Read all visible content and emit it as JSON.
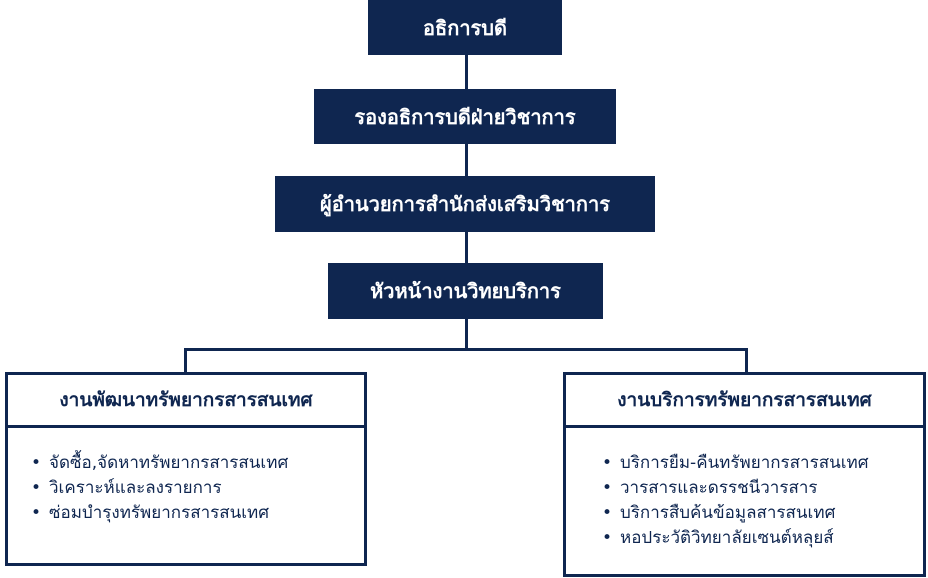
{
  "chart": {
    "nodes": [
      {
        "label": "อธิการบดี"
      },
      {
        "label": "รองอธิการบดีฝ่ายวิชาการ"
      },
      {
        "label": "ผู้อำนวยการสำนักส่งเสริมวิชาการ"
      },
      {
        "label": "หัวหน้างานวิทยบริการ"
      }
    ],
    "left_unit": {
      "title": "งานพัฒนาทรัพยากรสารสนเทศ",
      "items": [
        "จัดซื้อ,จัดหาทรัพยากรสารสนเทศ",
        "วิเคราะห์และลงรายการ",
        "ซ่อมบำรุงทรัพยากรสารสนเทศ"
      ]
    },
    "right_unit": {
      "title": "งานบริการทรัพยากรสารสนเทศ",
      "items": [
        "บริการยืม-คืนทรัพยากรสารสนเทศ",
        "วารสารและดรรชนีวารสาร",
        "บริการสืบค้นข้อมูลสารสนเทศ",
        "หอประวัติวิทยาลัยเซนต์หลุยส์"
      ]
    }
  },
  "colors": {
    "primary": "#0f2650",
    "background": "#ffffff"
  }
}
